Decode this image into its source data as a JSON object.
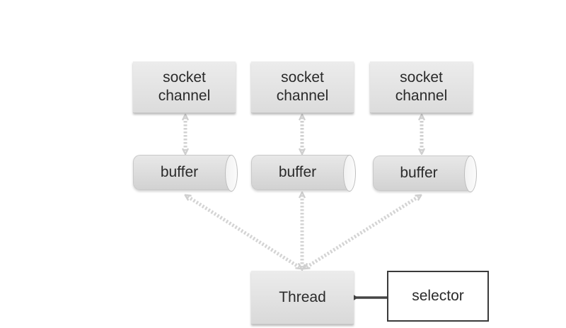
{
  "diagram": {
    "socket_label": "socket\nchannel",
    "buffer_label": "buffer",
    "thread_label": "Thread",
    "selector_label": "selector"
  },
  "sockets": [
    {
      "label": "socket\nchannel"
    },
    {
      "label": "socket\nchannel"
    },
    {
      "label": "socket\nchannel"
    }
  ],
  "buffers": [
    {
      "label": "buffer"
    },
    {
      "label": "buffer"
    },
    {
      "label": "buffer"
    }
  ],
  "colors": {
    "box_fill": "#e3e3e3",
    "connector": "#cfcfcf",
    "selector_border": "#3a3a3a",
    "arrow": "#454545"
  }
}
